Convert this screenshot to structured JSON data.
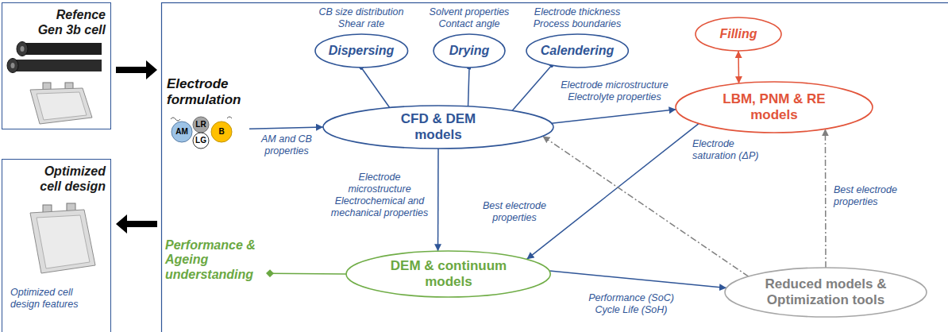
{
  "diagram": {
    "nodes": [
      {
        "text": [
          "Refence Gen 3b cell"
        ]
      },
      {
        "text": [
          "Optimized cell design",
          "Optimized cell design features"
        ]
      },
      {
        "text": [
          "Electrode formulation"
        ]
      },
      {
        "text": [
          "Dispersing"
        ]
      },
      {
        "text": [
          "Drying"
        ]
      },
      {
        "text": [
          "Calendering"
        ]
      },
      {
        "text": [
          "Filling"
        ]
      },
      {
        "text": [
          "CFD & DEM models"
        ]
      },
      {
        "text": [
          "LBM, PNM & RE models"
        ]
      },
      {
        "text": [
          "Performance & Ageing understanding"
        ]
      },
      {
        "text": [
          "DEM & continuum models"
        ]
      },
      {
        "text": [
          "Reduced models & Optimization tools"
        ]
      }
    ],
    "edges": [
      {
        "from": 2,
        "to": 7,
        "label": "AM and CB properties",
        "arrow": "to"
      },
      {
        "from": 3,
        "to": 7,
        "arrow": "none"
      },
      {
        "from": 4,
        "to": 7,
        "arrow": "none"
      },
      {
        "from": 5,
        "to": 7,
        "arrow": "none"
      },
      {
        "from": 7,
        "to": 8,
        "label": "Electrode microstructure Electrolyte properties",
        "arrow": "to"
      },
      {
        "from": 6,
        "to": 8,
        "arrow": "both"
      },
      {
        "from": 7,
        "to": 10,
        "label": "Electrode microstructure Electrochemical and mechanical properties",
        "arrow": "to"
      },
      {
        "from": 8,
        "to": 10,
        "label": "Electrode saturation (ΔP)",
        "arrow": "to"
      },
      {
        "from": 10,
        "to": 11,
        "label": "Performance (SoC) Cycle Life (SoH)",
        "arrow": "to"
      },
      {
        "from": 11,
        "to": 7,
        "arrow": "to"
      },
      {
        "from": 11,
        "to": 8,
        "label": "Best electrode properties",
        "arrow": "to"
      },
      {
        "from": 9,
        "to": 10,
        "arrow": "none"
      }
    ],
    "labels": [
      "CB size distribution Shear rate",
      "Solvent properties Contact angle",
      "Electrode thickness Process boundaries",
      "AM",
      "LR",
      "LG",
      "B",
      "Best electrode properties"
    ]
  }
}
